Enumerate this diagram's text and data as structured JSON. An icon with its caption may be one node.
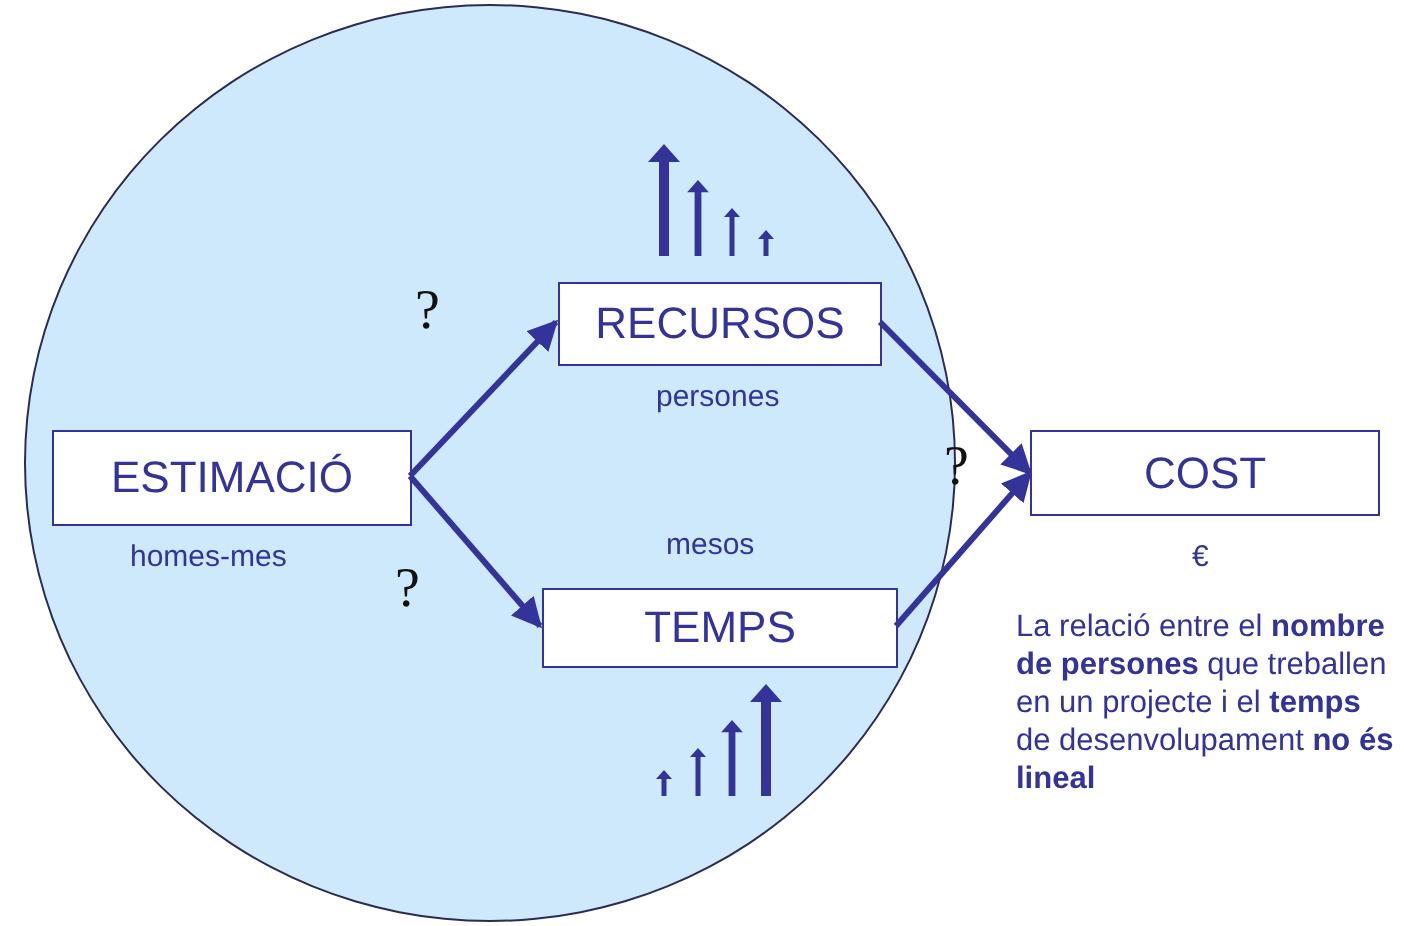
{
  "diagram": {
    "nodes": [
      {
        "text": [],
        "shape": "circle"
      },
      {
        "text": [
          "ESTIMACIÓ"
        ],
        "beside": [
          "homes-mes"
        ],
        "in": 0
      },
      {
        "text": [
          "RECURSOS"
        ],
        "beside": [
          "persones"
        ],
        "in": 0
      },
      {
        "text": [
          "TEMPS"
        ],
        "beside": [
          "mesos"
        ],
        "in": 0
      },
      {
        "text": [
          "COST"
        ],
        "beside": [
          "€"
        ]
      }
    ],
    "edges": [
      {
        "from": 1,
        "to": 2,
        "arrow": "to",
        "label": "?"
      },
      {
        "from": 1,
        "to": 3,
        "arrow": "to",
        "label": "?"
      },
      {
        "from": 2,
        "to": 4,
        "arrow": "to"
      },
      {
        "from": 3,
        "to": 4,
        "arrow": "to"
      }
    ],
    "labels": [
      "?",
      "La relació entre el **nombre de persones** que treballen en un projecte i el **temps** de desenvolupament **no és lineal**"
    ]
  }
}
